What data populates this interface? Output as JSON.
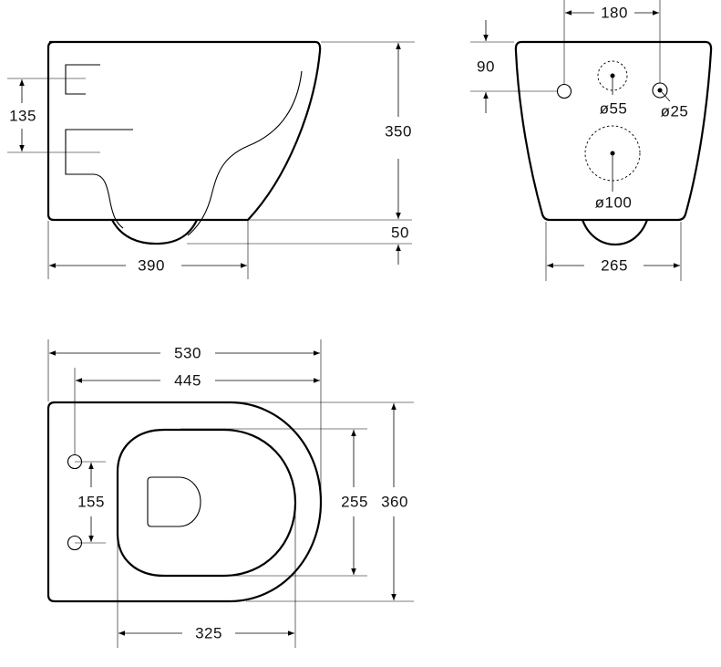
{
  "dimensions": {
    "side_height": "350",
    "side_inlet_height": "135",
    "side_overhang": "50",
    "side_length": "390",
    "rear_bolt_spacing": "180",
    "rear_bolt_height": "90",
    "rear_inlet_diameter": "ø55",
    "rear_bolt_diameter": "ø25",
    "rear_outlet_diameter": "ø100",
    "rear_width": "265",
    "top_total_length": "530",
    "top_length_from_bolts": "445",
    "top_bolt_spacing": "155",
    "top_bowl_width": "255",
    "top_total_width": "360",
    "top_bowl_length": "325"
  }
}
